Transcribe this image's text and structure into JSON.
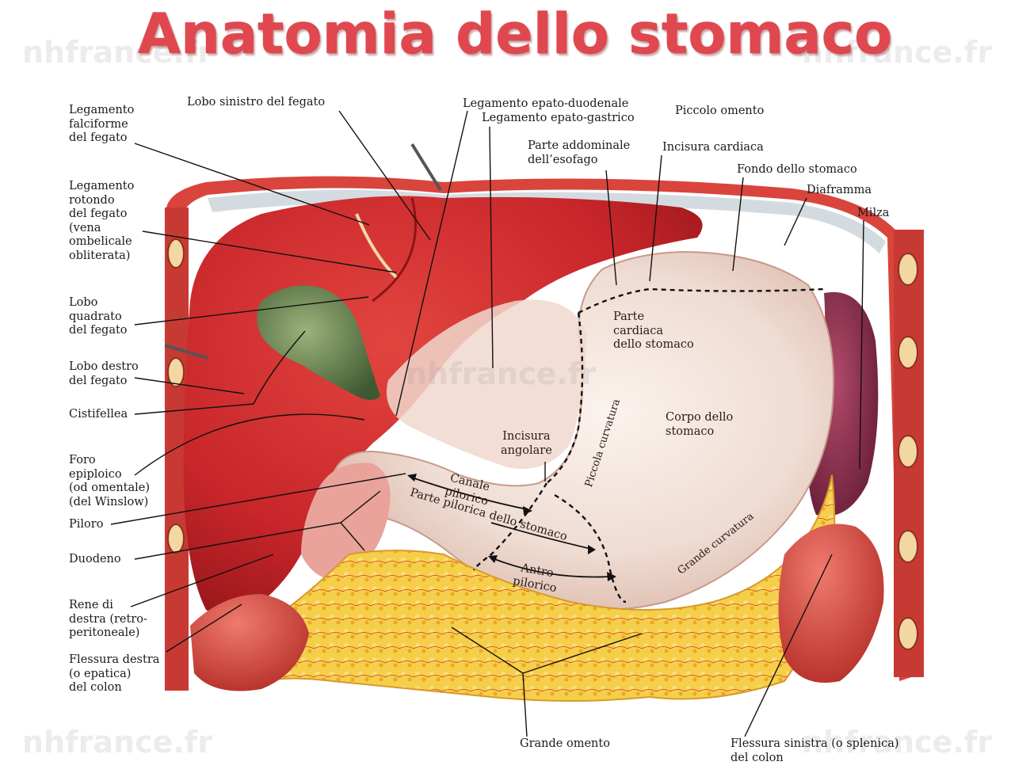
{
  "title": "Anatomia dello stomaco",
  "watermark": "nhfrance.fr",
  "colors": {
    "title": "#e0474f",
    "liver": "#c8262a",
    "stomach": "#f1e2d8",
    "omentum": "#f4c63c",
    "gallbladder": "#6e8a52",
    "spleen": "#8a2a4a"
  },
  "labels": {
    "legamento_falciforme": "Legamento\nfalciforme\ndel fegato",
    "lobo_sinistro": "Lobo sinistro del fegato",
    "legamento_epato_duodenale": "Legamento epato-duodenale",
    "legamento_epato_gastrico": "Legamento epato-gastrico",
    "piccolo_omento": "Piccolo omento",
    "parte_addominale": "Parte addominale\ndell’esofago",
    "incisura_cardiaca": "Incisura cardiaca",
    "fondo_stomaco": "Fondo dello stomaco",
    "diaframma": "Diaframma",
    "milza": "Milza",
    "legamento_rotondo": "Legamento\nrotondo\ndel fegato\n(vena\nombelicale\nobliterata)",
    "lobo_quadrato": "Lobo\nquadrato\ndel fegato",
    "lobo_destro": "Lobo destro\ndel fegato",
    "cistifellea": "Cistifellea",
    "foro_epiploico": "Foro\nepiploico\n(od omentale)\n(del Winslow)",
    "piloro": "Piloro",
    "duodeno": "Duodeno",
    "rene_destra": "Rene di\ndestra (retro-\nperitoneale)",
    "flessura_destra": "Flessura destra\n(o epatica)\ndel colon",
    "grande_omento": "Grande omento",
    "flessura_sinistra": "Flessura sinistra (o splenica)\ndel colon",
    "parte_cardiaca": "Parte\ncardiaca\ndello stomaco",
    "corpo_stomaco": "Corpo dello\nstomaco",
    "incisura_angolare": "Incisura\nangolare",
    "piccola_curvatura": "Piccola curvatura",
    "canale_pilorico": "Canale\npilorico",
    "parte_pilorica": "Parte pilorica dello stomaco",
    "antro_pilorico": "Antro\npilorico",
    "grande_curvatura": "Grande curvatura"
  }
}
